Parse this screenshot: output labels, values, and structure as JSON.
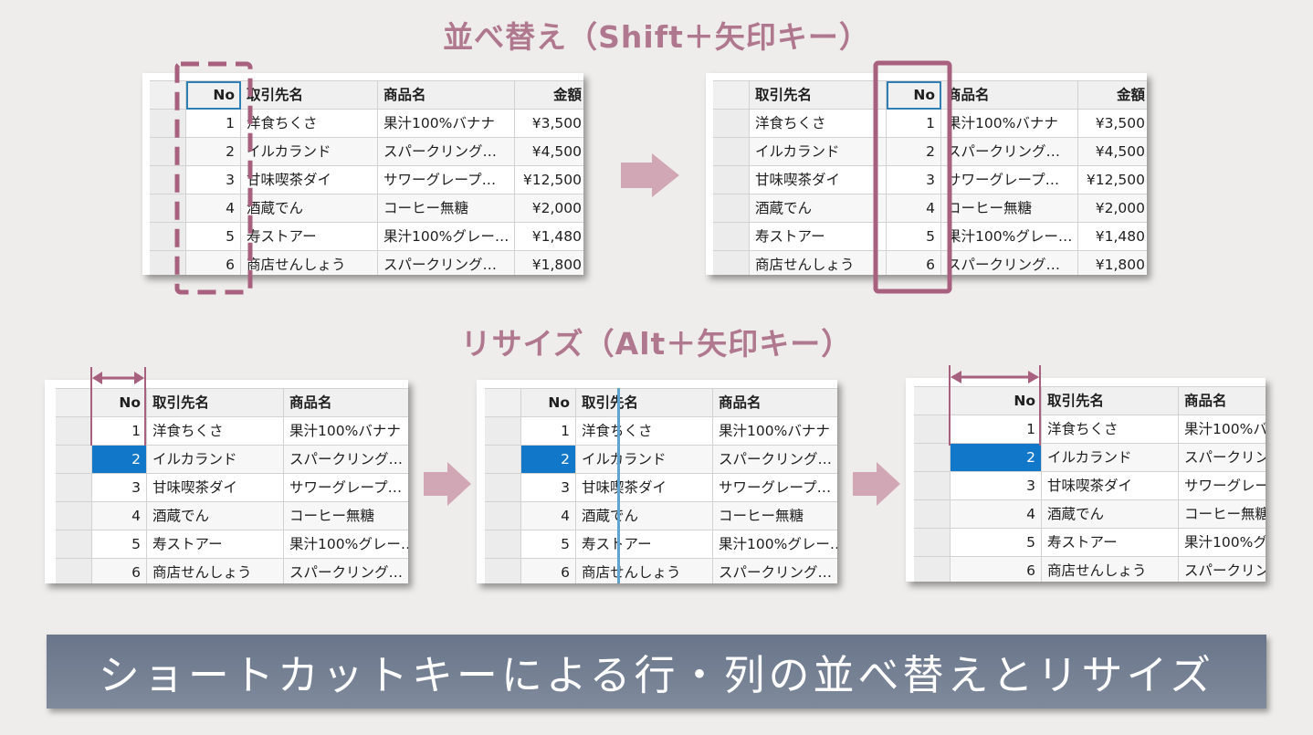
{
  "sections": {
    "sort_title": "並べ替え（Shift＋矢印キー）",
    "resize_title": "リサイズ（Alt＋矢印キー）"
  },
  "columns": {
    "no": "No",
    "customer": "取引先名",
    "product": "商品名",
    "amount": "金額"
  },
  "rows": [
    {
      "no": "1",
      "customer": "洋食ちくさ",
      "product": "果汁100%バナナ",
      "product_short": "果汁100%バナナ",
      "product_cut": "果汁100%バ",
      "amount": "¥3,500"
    },
    {
      "no": "2",
      "customer": "イルカランド",
      "product": "スパークリング…",
      "product_short": "スパークリング…",
      "product_cut": "スパークリン",
      "amount": "¥4,500"
    },
    {
      "no": "3",
      "customer": "甘味喫茶ダイ",
      "product": "サワーグレープ…",
      "product_short": "サワーグレープ…",
      "product_cut": "サワーグレー",
      "amount": "¥12,500"
    },
    {
      "no": "4",
      "customer": "酒蔵でん",
      "product": "コーヒー無糖",
      "product_short": "コーヒー無糖",
      "product_cut": "コーヒー無糖",
      "amount": "¥2,000"
    },
    {
      "no": "5",
      "customer": "寿ストアー",
      "product": "果汁100%グレー…",
      "product_short": "果汁100%グレー…",
      "product_cut": "果汁100%グ",
      "amount": "¥1,480"
    },
    {
      "no": "6",
      "customer": "商店せんしょう",
      "product": "スパークリング…",
      "product_short": "スパークリング…",
      "product_cut": "スパークリン",
      "amount": "¥1,800"
    }
  ],
  "banner": {
    "text": "ショートカットキーによる行・列の並べ替えとリサイズ"
  },
  "colors": {
    "accent": "#a8607f",
    "arrow": "#d1a7b6",
    "selection": "#1177c8",
    "focus": "#2f7fb5",
    "resize_guide": "#5fa4cf"
  }
}
